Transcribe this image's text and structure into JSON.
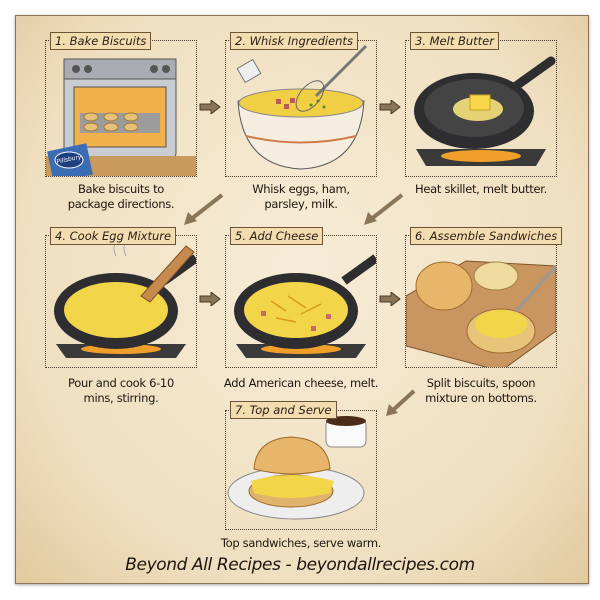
{
  "steps": [
    {
      "title": "1. Bake Biscuits",
      "caption_line1": "Bake biscuits to",
      "caption_line2": "package directions.",
      "illustration": "oven-with-biscuits"
    },
    {
      "title": "2. Whisk Ingredients",
      "caption_line1": "Whisk eggs, ham,",
      "caption_line2": "parsley, milk.",
      "illustration": "mixing-bowl-whisk"
    },
    {
      "title": "3. Melt Butter",
      "caption_line1": "Heat skillet, melt butter.",
      "caption_line2": "",
      "illustration": "skillet-with-butter"
    },
    {
      "title": "4. Cook Egg Mixture",
      "caption_line1": "Pour and cook 6-10",
      "caption_line2": "mins, stirring.",
      "illustration": "skillet-scrambled-eggs"
    },
    {
      "title": "5. Add Cheese",
      "caption_line1": "Add American cheese, melt.",
      "caption_line2": "",
      "illustration": "skillet-eggs-cheese"
    },
    {
      "title": "6. Assemble Sandwiches",
      "caption_line1": "Split biscuits, spoon",
      "caption_line2": "mixture on bottoms.",
      "illustration": "biscuits-on-board"
    },
    {
      "title": "7. Top and Serve",
      "caption_line1": "Top sandwiches, serve warm.",
      "caption_line2": "",
      "illustration": "sandwich-plate-coffee"
    }
  ],
  "footer": "Beyond All Recipes - beyondallrecipes.com",
  "package_label": "Pillsbury",
  "colors": {
    "parchment": "#f2e4c8",
    "tab": "#f2dcb0",
    "egg": "#f3d54a",
    "skillet": "#2e2e30",
    "arrow": "#8a7558"
  }
}
